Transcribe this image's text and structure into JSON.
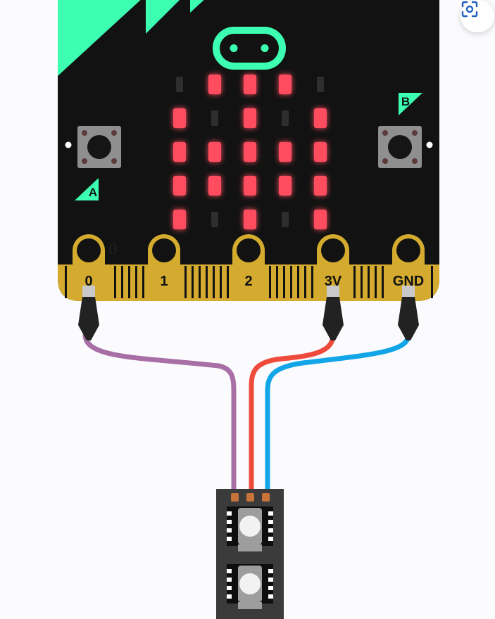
{
  "board": {
    "button_a_label": "A",
    "button_b_label": "B",
    "pin0_value": "0",
    "pins": [
      {
        "label": "0"
      },
      {
        "label": "1"
      },
      {
        "label": "2"
      },
      {
        "label": "3V"
      },
      {
        "label": "GND"
      }
    ],
    "led_matrix": [
      [
        0,
        1,
        1,
        1,
        0
      ],
      [
        1,
        0,
        1,
        0,
        1
      ],
      [
        1,
        1,
        1,
        1,
        1
      ],
      [
        1,
        1,
        1,
        1,
        1
      ],
      [
        1,
        0,
        1,
        0,
        1
      ]
    ]
  },
  "toolbar": {
    "screenshot_icon": "screenshot-icon"
  },
  "colors": {
    "board": "#121212",
    "brand_green": "#3dffb2",
    "edge_gold": "#d4ab2f",
    "led_on": "#ff4e5e",
    "led_off": "#2e2e2e",
    "wire_pin0": "#a86fa6",
    "wire_3v": "#ef4b3c",
    "wire_gnd": "#12a6e8",
    "icon_blue": "#1f5fbf"
  }
}
